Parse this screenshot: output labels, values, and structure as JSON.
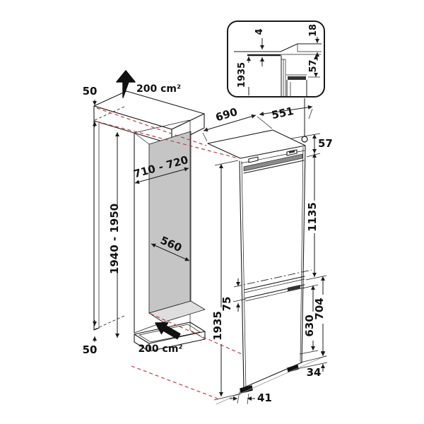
{
  "drawing": {
    "cabinet": {
      "top_gap": "50",
      "top_vent_area": "200 cm²",
      "bottom_gap": "50",
      "bottom_vent_area": "200 cm²",
      "niche_width": "710 - 720",
      "niche_depth": "560",
      "niche_height": "1940 - 1950"
    },
    "appliance": {
      "depth": "690",
      "width": "551",
      "top_section": "57",
      "upper_door": "1135",
      "overlap": "75",
      "height": "1935",
      "freezer_door": "630",
      "lower_section": "704",
      "base_height": "34",
      "base_recess": "41"
    },
    "inset": {
      "gap_top": "4",
      "panel_thickness": "18",
      "top_section": "57",
      "height": "1935"
    },
    "colors": {
      "projection_red": "#c13b3b",
      "wall_gray": "#c5c5c5",
      "floor_gray": "#dedede"
    }
  }
}
